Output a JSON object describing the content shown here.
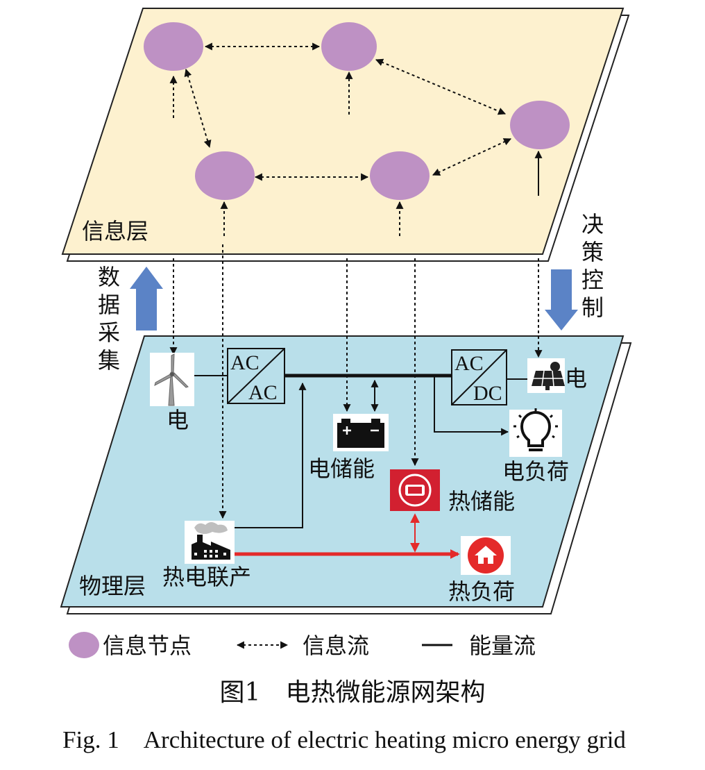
{
  "colors": {
    "info_layer": "#fdf1cf",
    "phys_layer": "#b9dfea",
    "node": "#be91c4",
    "data_arrow": "#5b83c6",
    "heat_flow": "#e42a2a",
    "thermal_storage_bg": "#d22030"
  },
  "layers": {
    "info_label": "信息层",
    "phys_label": "物理层"
  },
  "side_labels": {
    "data_collection": [
      "数",
      "据",
      "采",
      "集"
    ],
    "decision_control": [
      "决",
      "策",
      "控",
      "制"
    ]
  },
  "converters": {
    "ac_ac": {
      "top": "AC",
      "bottom": "AC"
    },
    "ac_dc": {
      "top": "AC",
      "bottom": "DC"
    }
  },
  "components": {
    "wind": {
      "icon": "wind-turbine-icon",
      "label": "电"
    },
    "solar": {
      "icon": "solar-panel-icon",
      "label": "电"
    },
    "battery": {
      "icon": "battery-icon",
      "label": "电储能"
    },
    "electric_load": {
      "icon": "light-bulb-icon",
      "label": "电负荷"
    },
    "thermal_storage": {
      "icon": "thermal-storage-icon",
      "label": "热储能"
    },
    "chp": {
      "icon": "factory-icon",
      "label": "热电联产"
    },
    "heat_load": {
      "icon": "house-icon",
      "label": "热负荷"
    }
  },
  "legend": {
    "node": "信息节点",
    "info_flow": "信息流",
    "energy_flow": "能量流"
  },
  "caption": {
    "zh": "图1　电热微能源网架构",
    "en": "Fig. 1　Architecture of electric heating micro energy grid"
  }
}
